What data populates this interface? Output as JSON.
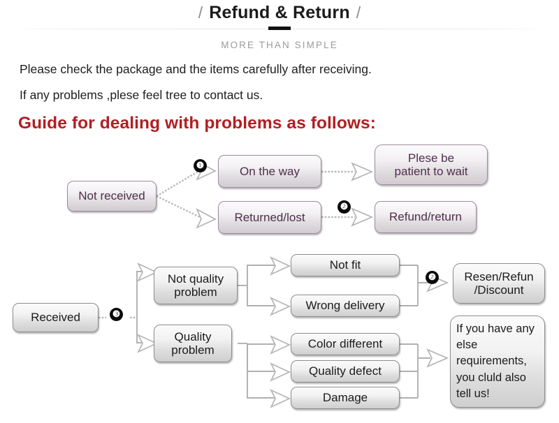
{
  "header": {
    "slash_left": "/",
    "slash_right": "/",
    "title": "Refund & Return",
    "subtitle": "MORE THAN SIMPLE"
  },
  "intro": {
    "line1": "Please check the package and the items carefully after receiving.",
    "line2": "If any problems ,plese feel tree to contact us.",
    "heading": "Guide for dealing with problems as follows:",
    "heading_color": "#b21e22"
  },
  "flow_not_received": {
    "source": "Not received",
    "branches": [
      {
        "label": "On the way",
        "badge": "❶",
        "result": "Plese be\npatient to wait"
      },
      {
        "label": "Returned/lost",
        "badge": "❷",
        "result": "Refund/return"
      }
    ],
    "nodes": {
      "not_received": "Not received",
      "on_the_way": "On the way",
      "returned_lost": "Returned/lost",
      "please_wait": "Plese be patient to wait",
      "please_wait_l1": "Plese be",
      "please_wait_l2": "patient to wait",
      "refund_return": "Refund/return"
    },
    "badges": {
      "one": "❶",
      "two": "❷"
    }
  },
  "flow_received": {
    "nodes": {
      "received": "Received",
      "not_quality_problem_l1": "Not quality",
      "not_quality_problem_l2": "problem",
      "quality_problem_l1": "Quality",
      "quality_problem_l2": "problem",
      "not_fit": "Not fit",
      "wrong_delivery": "Wrong delivery",
      "color_different": "Color different",
      "quality_defect": "Quality defect",
      "damage": "Damage",
      "resend_l1": "Resen/Refun",
      "resend_l2": "/Discount",
      "note": "If you have any else requirements, you cluld also tell us!"
    },
    "badges": {
      "three": "❸",
      "two": "❷"
    }
  }
}
